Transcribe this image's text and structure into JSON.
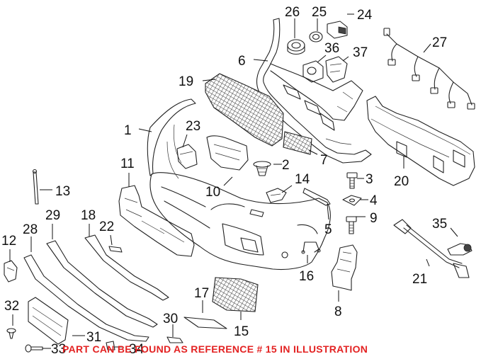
{
  "diagram": {
    "callouts": [
      {
        "id": "c1",
        "text": "1"
      },
      {
        "id": "c2",
        "text": "2"
      },
      {
        "id": "c3",
        "text": "3"
      },
      {
        "id": "c4",
        "text": "4"
      },
      {
        "id": "c5",
        "text": "5"
      },
      {
        "id": "c6",
        "text": "6"
      },
      {
        "id": "c7",
        "text": "7"
      },
      {
        "id": "c8",
        "text": "8"
      },
      {
        "id": "c9",
        "text": "9"
      },
      {
        "id": "c10",
        "text": "10"
      },
      {
        "id": "c11",
        "text": "11"
      },
      {
        "id": "c12",
        "text": "12"
      },
      {
        "id": "c13",
        "text": "13"
      },
      {
        "id": "c14",
        "text": "14"
      },
      {
        "id": "c15",
        "text": "15"
      },
      {
        "id": "c16",
        "text": "16"
      },
      {
        "id": "c17",
        "text": "17"
      },
      {
        "id": "c18",
        "text": "18"
      },
      {
        "id": "c19",
        "text": "19"
      },
      {
        "id": "c20",
        "text": "20"
      },
      {
        "id": "c21",
        "text": "21"
      },
      {
        "id": "c22",
        "text": "22"
      },
      {
        "id": "c23",
        "text": "23"
      },
      {
        "id": "c24",
        "text": "24"
      },
      {
        "id": "c25",
        "text": "25"
      },
      {
        "id": "c26",
        "text": "26"
      },
      {
        "id": "c27",
        "text": "27"
      },
      {
        "id": "c28",
        "text": "28"
      },
      {
        "id": "c29",
        "text": "29"
      },
      {
        "id": "c30",
        "text": "30"
      },
      {
        "id": "c31",
        "text": "31"
      },
      {
        "id": "c32",
        "text": "32"
      },
      {
        "id": "c33",
        "text": "33"
      },
      {
        "id": "c34",
        "text": "34"
      },
      {
        "id": "c35",
        "text": "35"
      },
      {
        "id": "c36",
        "text": "36"
      },
      {
        "id": "c37",
        "text": "37"
      }
    ],
    "note": "PART CAN BE FOUND AS REFERENCE # 15 IN ILLUSTRATION",
    "note_color": "#e32222"
  }
}
